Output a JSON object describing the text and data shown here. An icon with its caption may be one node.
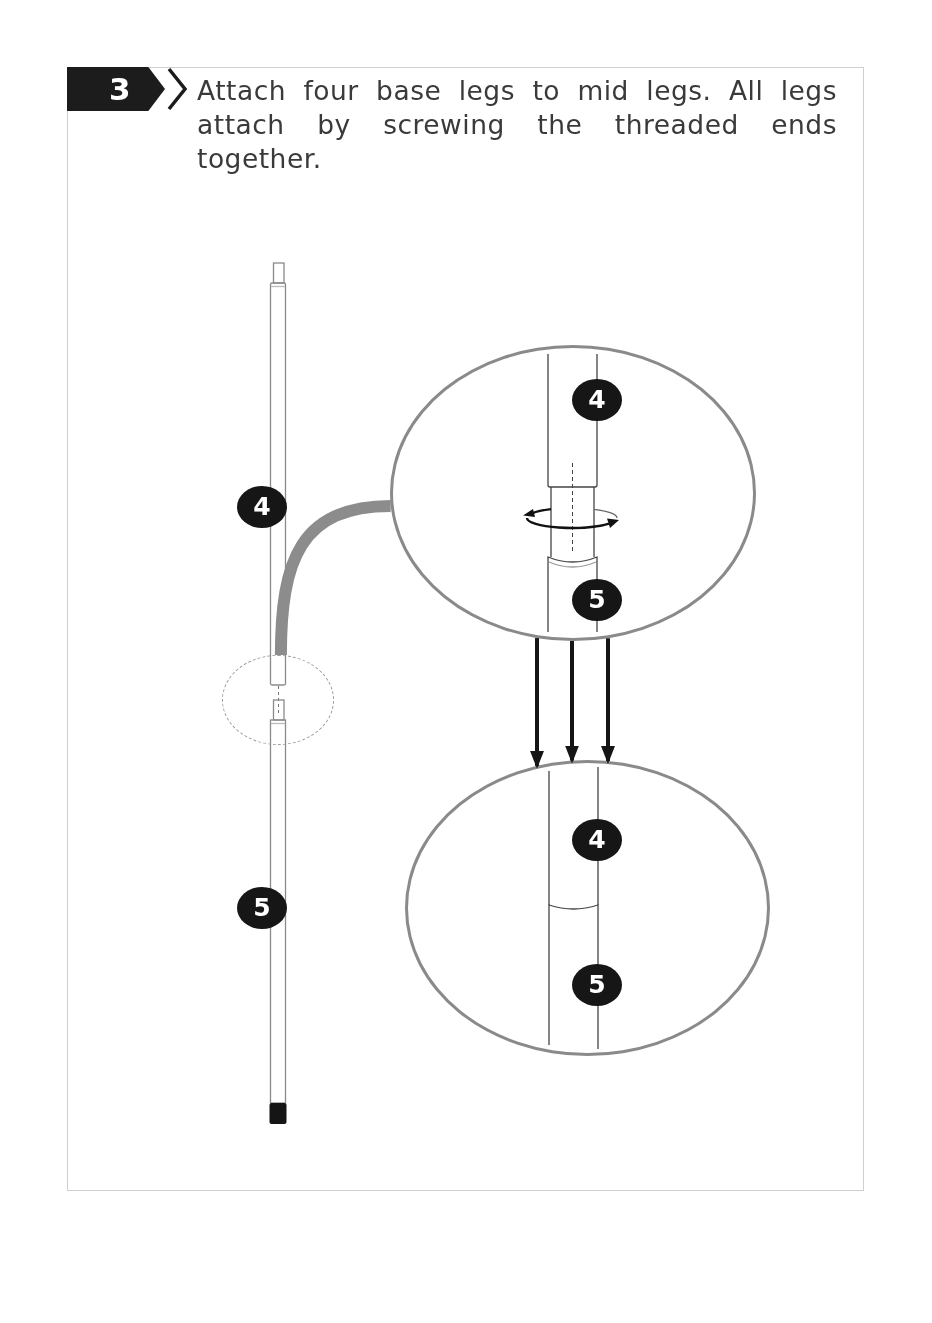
{
  "diagram": {
    "nodes": [
      {
        "text": [],
        "shape": "circle"
      },
      {
        "text": [
          "4",
          "5"
        ]
      },
      {
        "text": [
          "4",
          "5"
        ]
      }
    ],
    "edges": [
      {
        "from": 0,
        "to": 1,
        "arrow": "none",
        "style": "thick",
        "color": "#8c8c8c"
      },
      {
        "from": 1,
        "to": 2,
        "arrow": "to"
      },
      {
        "from": 1,
        "to": 2,
        "arrow": "to"
      },
      {
        "from": 1,
        "to": 2,
        "arrow": "to"
      }
    ],
    "labels": [
      "3",
      "Attach four base legs to mid legs. All legs attach by screwing the threaded ends together.",
      "4",
      "5"
    ]
  }
}
